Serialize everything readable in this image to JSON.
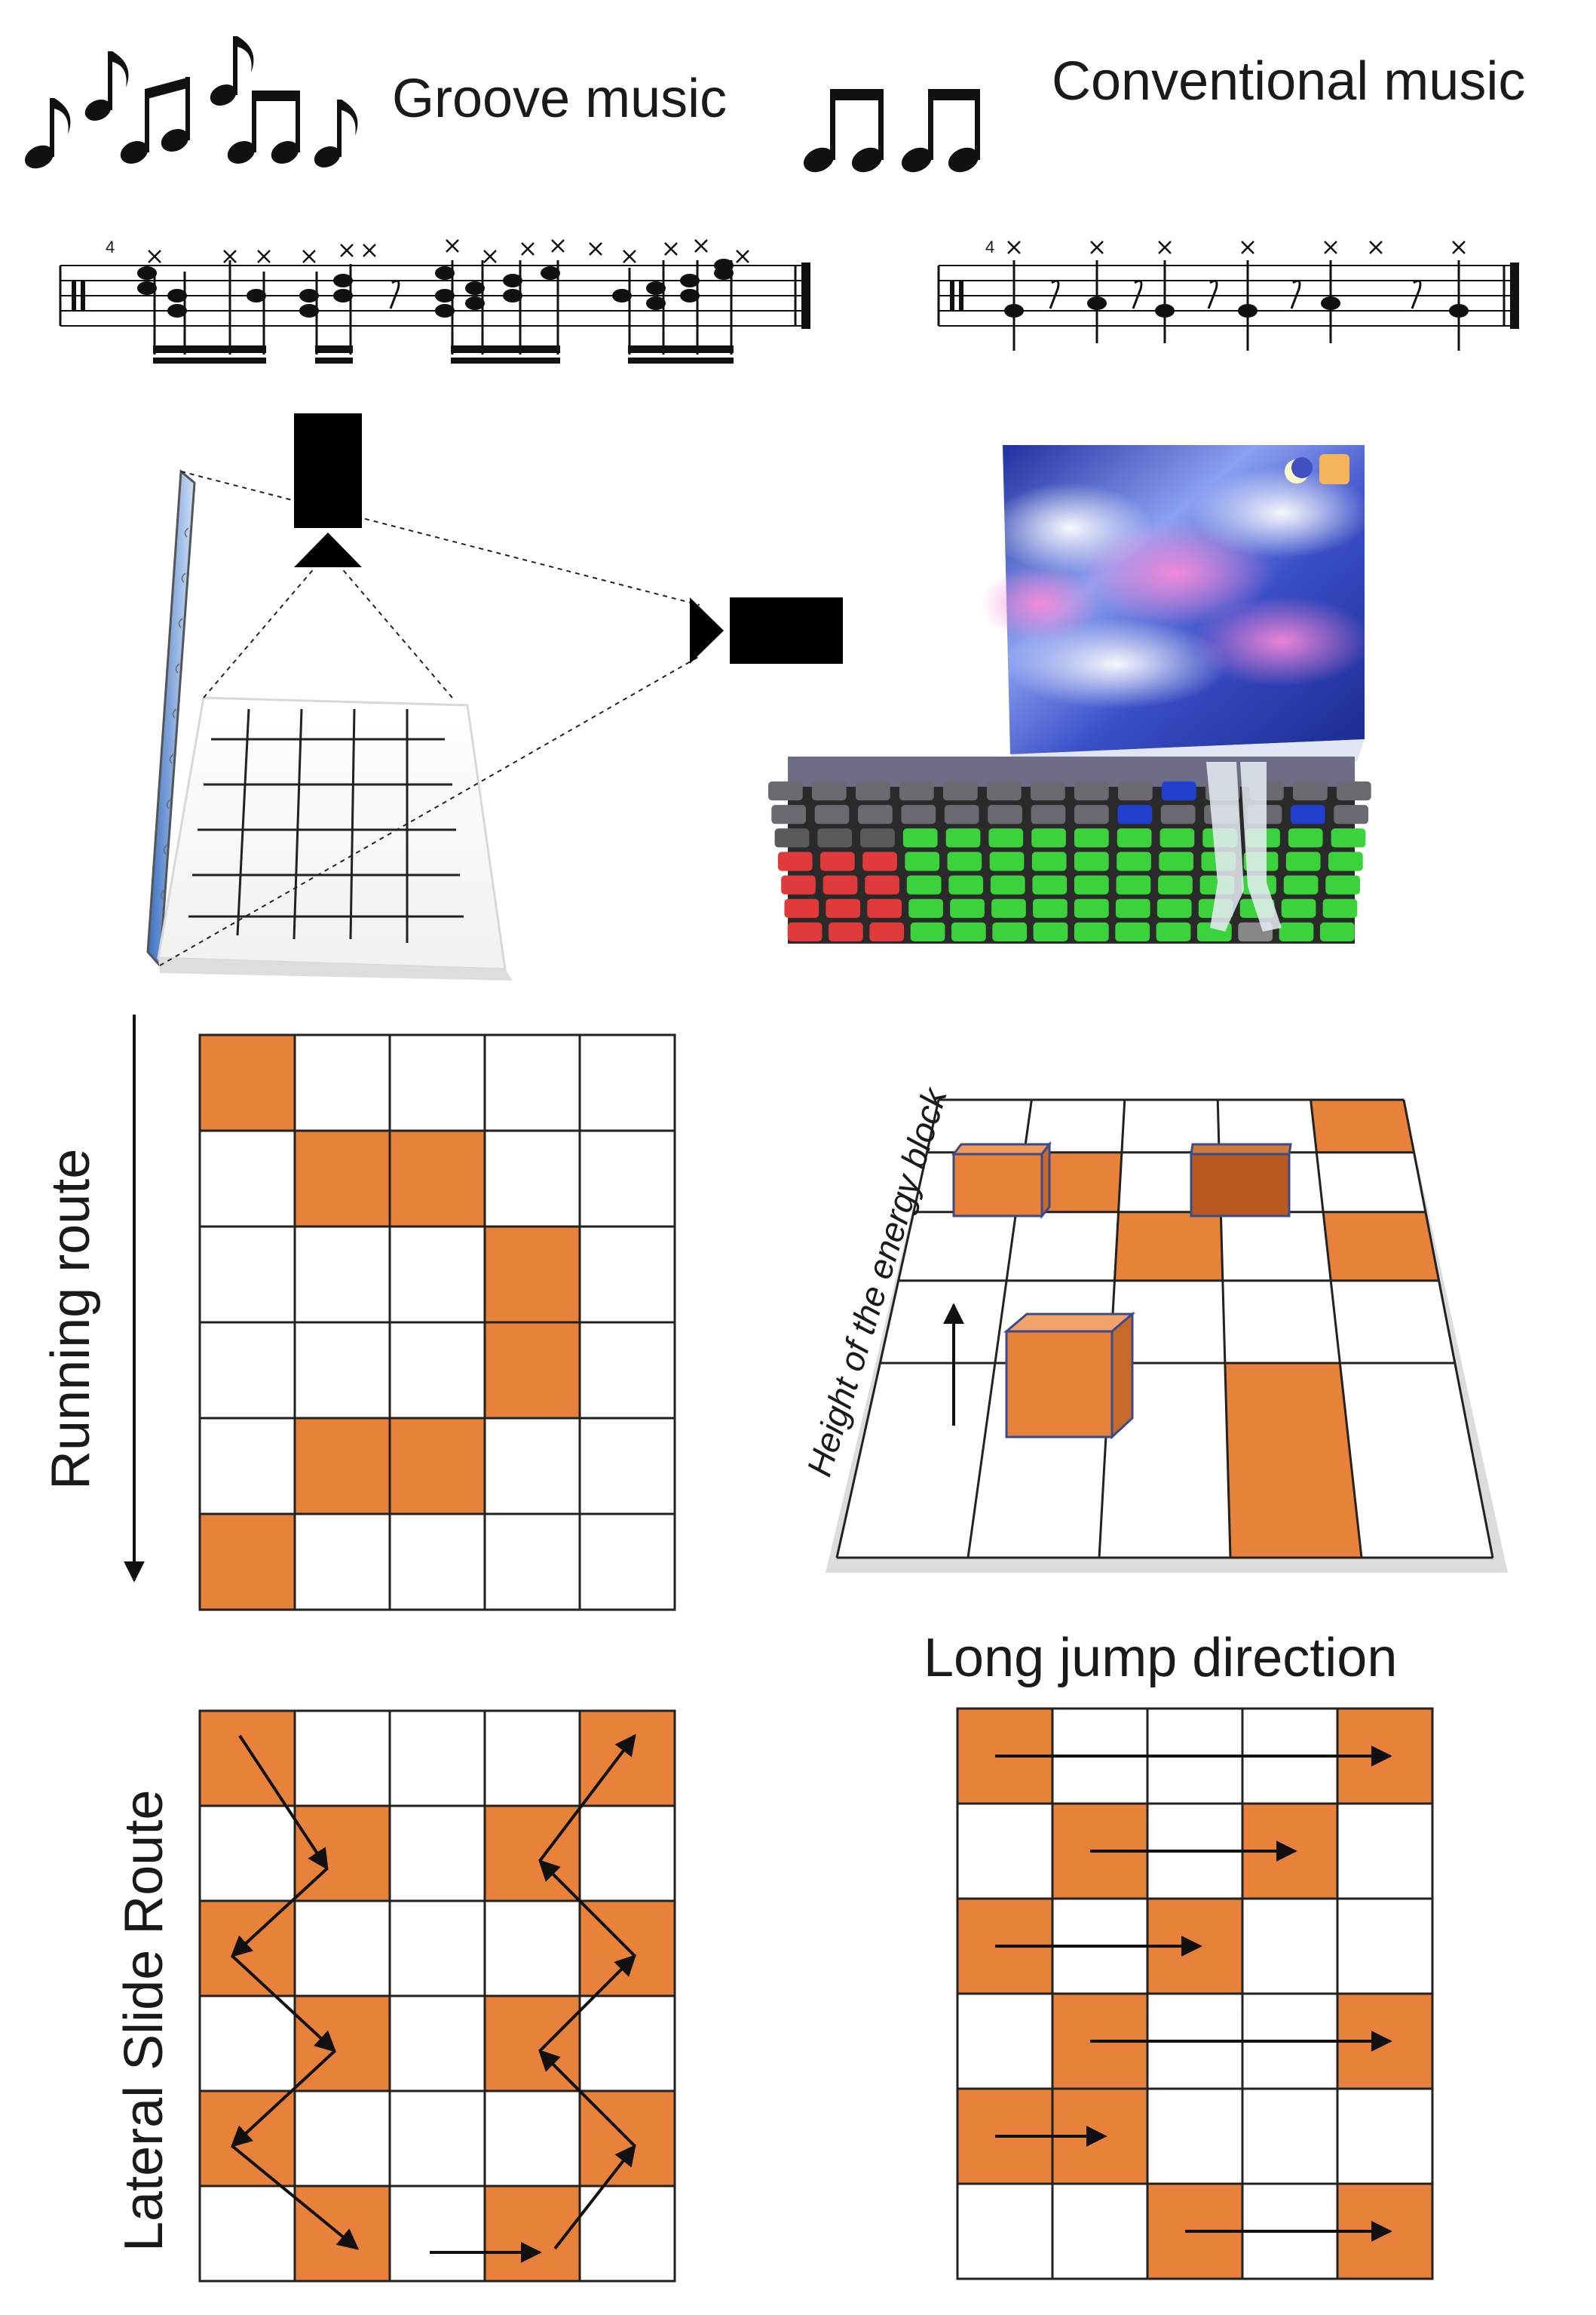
{
  "music": {
    "groove_label": "Groove music",
    "conventional_label": "Conventional music",
    "time_signature_groove": "4",
    "time_signature_conventional": "4"
  },
  "panels": {
    "running_route_label": "Running route",
    "energy_block_label": "Height of the energy block",
    "long_jump_label": "Long jump direction",
    "lateral_slide_label": "Lateral Slide Route"
  },
  "colors": {
    "tile_orange": "#E8823A",
    "tile_orange_dark": "#B85A22",
    "grid_line": "#222222",
    "projector": "#000000",
    "led_green": "#3CD23C",
    "led_red": "#E03A3A",
    "led_blue": "#2040D0"
  },
  "grids": {
    "running_route": {
      "rows": 6,
      "cols": 5,
      "filled": [
        [
          0,
          0
        ],
        [
          1,
          1
        ],
        [
          1,
          2
        ],
        [
          2,
          3
        ],
        [
          3,
          3
        ],
        [
          4,
          1
        ],
        [
          4,
          2
        ],
        [
          5,
          0
        ]
      ]
    },
    "lateral_slide": {
      "rows": 6,
      "cols": 5,
      "filled": [
        [
          0,
          0
        ],
        [
          0,
          4
        ],
        [
          1,
          1
        ],
        [
          1,
          3
        ],
        [
          2,
          0
        ],
        [
          2,
          4
        ],
        [
          3,
          1
        ],
        [
          3,
          3
        ],
        [
          4,
          0
        ],
        [
          4,
          4
        ],
        [
          5,
          1
        ],
        [
          5,
          3
        ]
      ]
    },
    "long_jump": {
      "rows": 6,
      "cols": 5,
      "filled": [
        [
          0,
          0
        ],
        [
          0,
          4
        ],
        [
          1,
          1
        ],
        [
          1,
          3
        ],
        [
          2,
          0
        ],
        [
          2,
          2
        ],
        [
          3,
          1
        ],
        [
          3,
          4
        ],
        [
          4,
          0
        ],
        [
          4,
          1
        ],
        [
          5,
          2
        ],
        [
          5,
          4
        ]
      ]
    }
  }
}
